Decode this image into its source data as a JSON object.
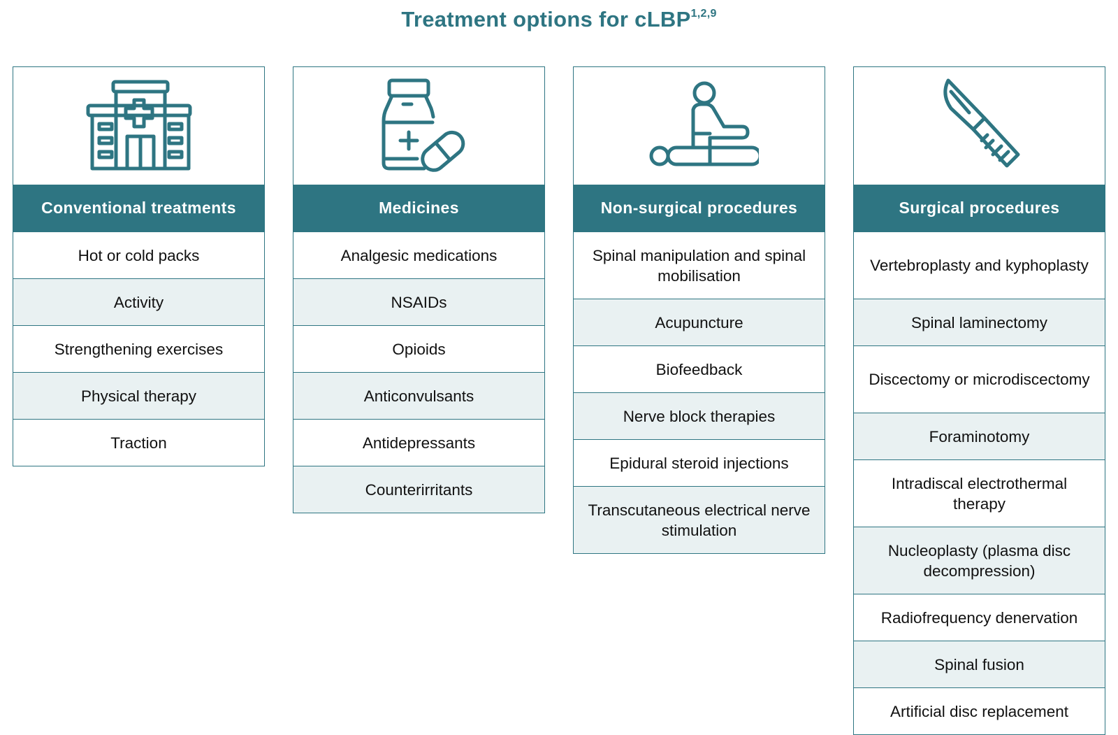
{
  "title": "Treatment options for cLBP",
  "title_superscript": "1,2,9",
  "colors": {
    "teal": "#2e7582",
    "row_alt": "#e9f1f2"
  },
  "columns": [
    {
      "icon": "hospital-icon",
      "header": "Conventional treatments",
      "items": [
        "Hot or cold packs",
        "Activity",
        "Strengthening exercises",
        "Physical therapy",
        "Traction"
      ]
    },
    {
      "icon": "medicine-bottle-pill-icon",
      "header": "Medicines",
      "items": [
        "Analgesic medications",
        "NSAIDs",
        "Opioids",
        "Anticonvulsants",
        "Antidepressants",
        "Counterirritants"
      ]
    },
    {
      "icon": "massage-therapist-icon",
      "header": "Non-surgical procedures",
      "items": [
        "Spinal manipulation and spinal mobilisation",
        "Acupuncture",
        "Biofeedback",
        "Nerve block therapies",
        "Epidural steroid injections",
        "Transcutaneous electrical nerve stimulation"
      ]
    },
    {
      "icon": "scalpel-icon",
      "header": "Surgical procedures",
      "items": [
        "Vertebroplasty and kyphoplasty",
        "Spinal laminectomy",
        "Discectomy or microdiscectomy",
        "Foraminotomy",
        "Intradiscal electrothermal therapy",
        "Nucleoplasty (plasma disc decompression)",
        "Radiofrequency denervation",
        "Spinal fusion",
        "Artificial disc replacement"
      ]
    }
  ]
}
